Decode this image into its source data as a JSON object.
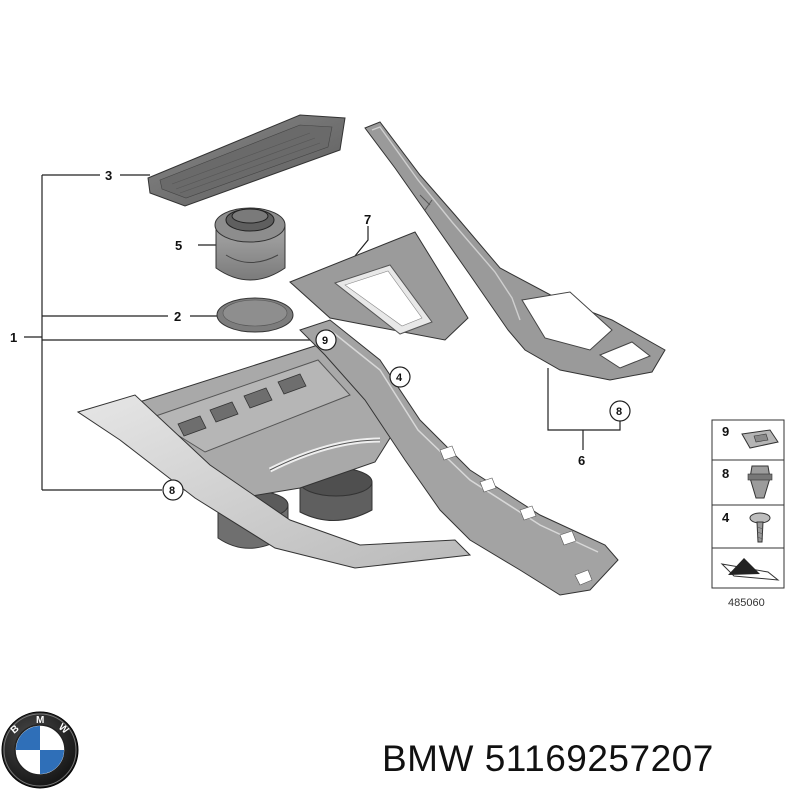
{
  "callouts": {
    "c1": "1",
    "c2": "2",
    "c3": "3",
    "c4": "4",
    "c5": "5",
    "c6": "6",
    "c7": "7",
    "c8a": "8",
    "c8b": "8",
    "c9": "9"
  },
  "legend": {
    "row9": "9",
    "row8": "8",
    "row4": "4",
    "diagram_id": "485060"
  },
  "logo": {
    "letters": [
      "B",
      "M",
      "W"
    ],
    "colors": {
      "ring": "#1a1a1a",
      "blue": "#2f6fb8",
      "white": "#ffffff"
    }
  },
  "caption": "BMW 51169257207"
}
